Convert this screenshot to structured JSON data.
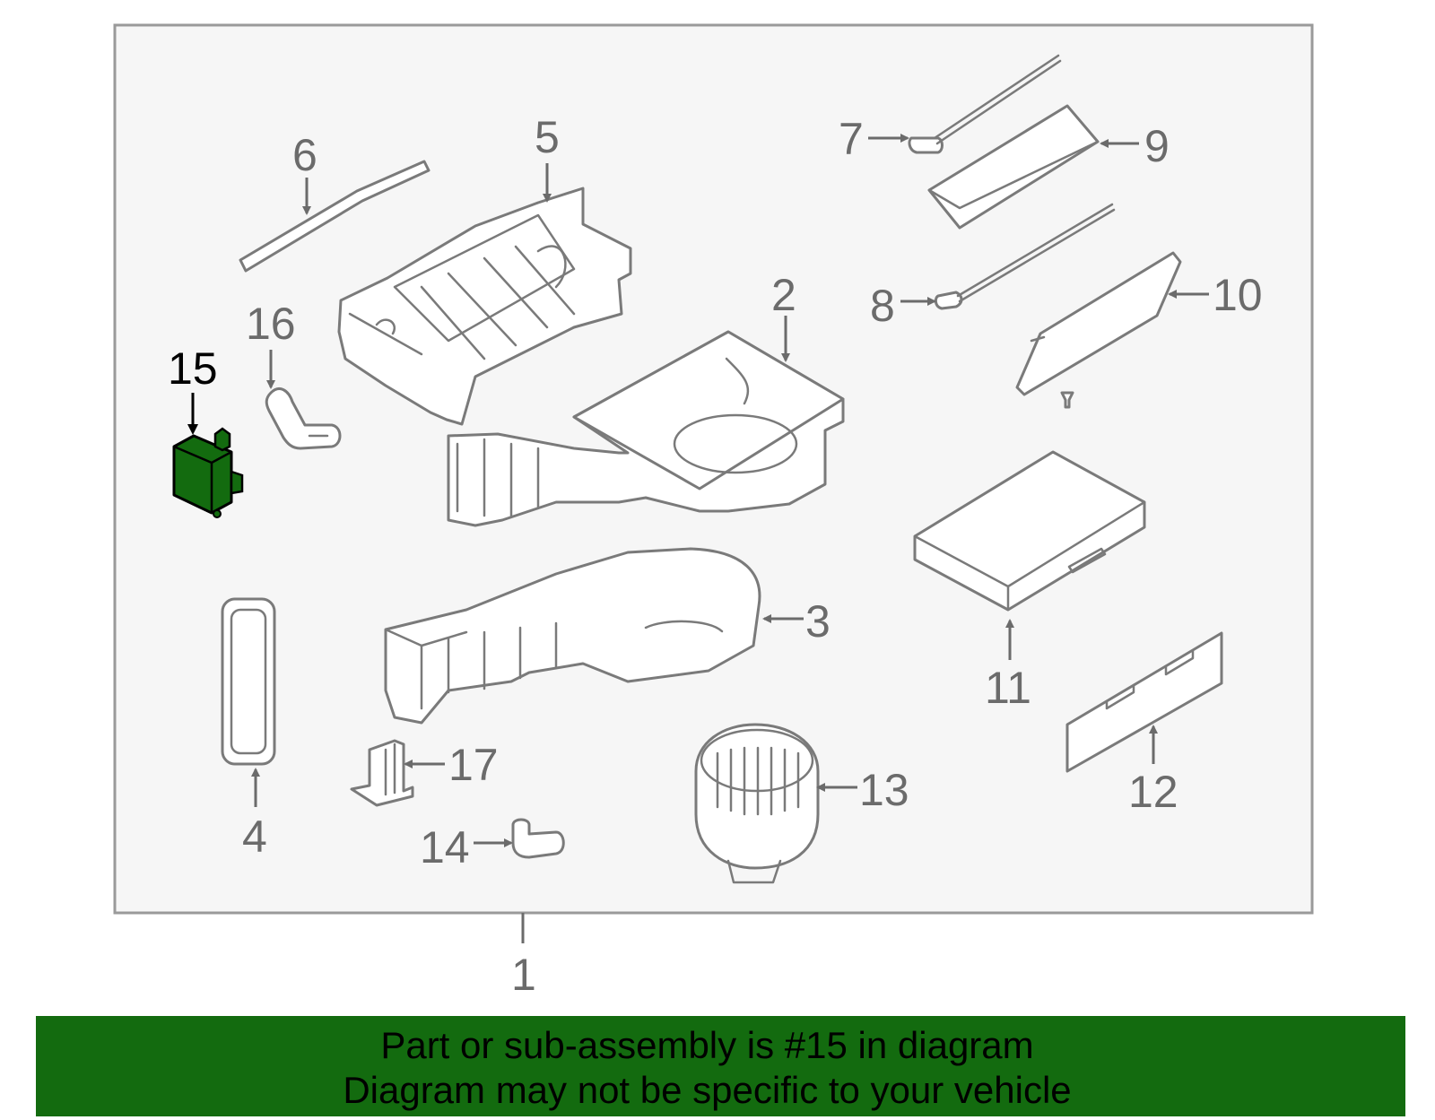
{
  "diagram": {
    "highlight_color": "#136b0f",
    "panel_color": "#f6f6f6",
    "callouts": {
      "c1": "1",
      "c2": "2",
      "c3": "3",
      "c4": "4",
      "c5": "5",
      "c6": "6",
      "c7": "7",
      "c8": "8",
      "c9": "9",
      "c10": "10",
      "c11": "11",
      "c12": "12",
      "c13": "13",
      "c14": "14",
      "c15": "15",
      "c16": "16",
      "c17": "17"
    },
    "highlighted_part": "15"
  },
  "banner": {
    "line1": "Part or sub-assembly is #15 in diagram",
    "line2": "Diagram may not be specific to your vehicle"
  }
}
